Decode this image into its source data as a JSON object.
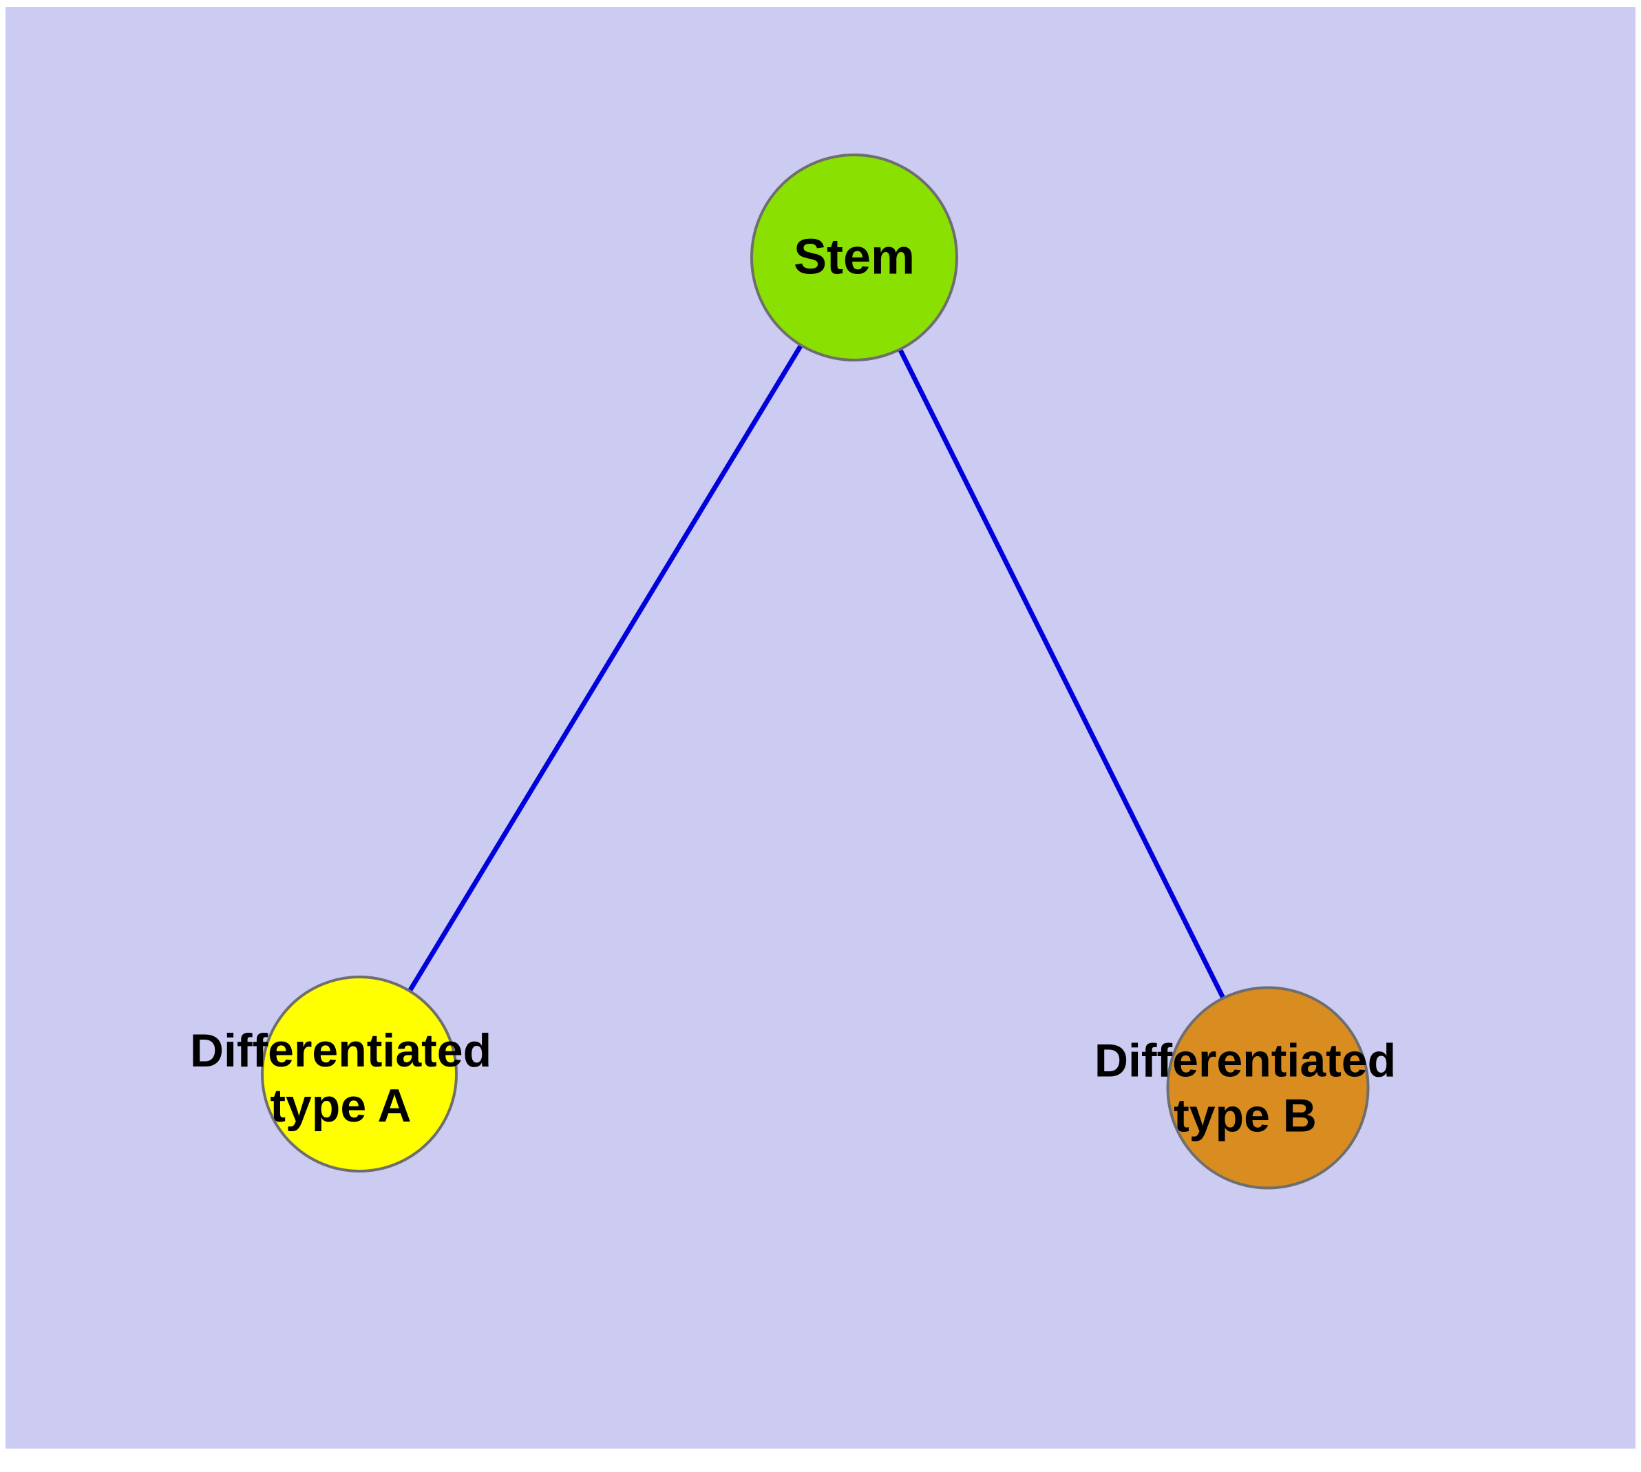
{
  "canvas": {
    "background": "#ccccf2",
    "page_background": "#ffffff"
  },
  "nodes": {
    "stem": {
      "label": "Stem",
      "color": "#8ae000",
      "border": "#6e6e6e"
    },
    "type_a": {
      "label": "Differentiated\ntype A",
      "color": "#ffff00",
      "border": "#6e6e6e"
    },
    "type_b": {
      "label": "Differentiated\ntype B",
      "color": "#d98c20",
      "border": "#6e6e6e"
    }
  },
  "edges": {
    "color": "#0000dd",
    "width": 7,
    "list": [
      {
        "from": "stem",
        "to": "type_a"
      },
      {
        "from": "stem",
        "to": "type_b"
      }
    ]
  },
  "text_color": "#000000"
}
